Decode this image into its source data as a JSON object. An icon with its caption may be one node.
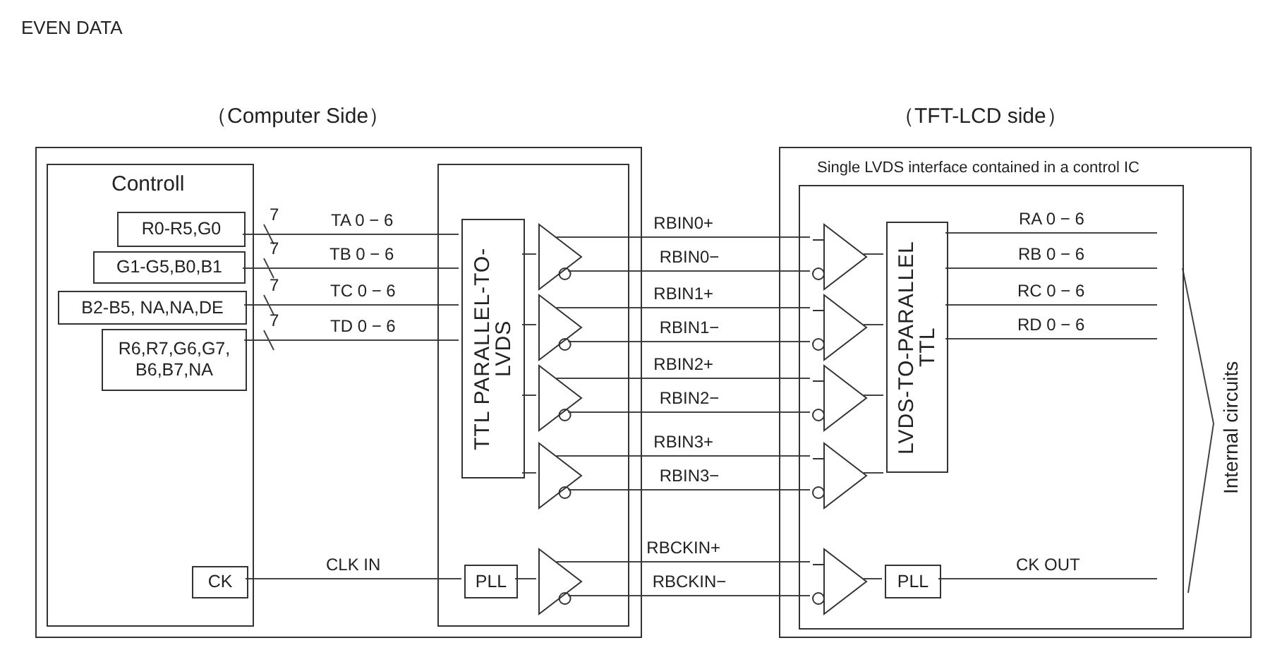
{
  "diagram": {
    "title": "EVEN DATA",
    "nodes": [
      {
        "text": [
          "（Computer Side）"
        ]
      },
      {
        "text": [
          "Controll"
        ],
        "in": 0
      },
      {
        "text": [
          "R0-R5,G0"
        ],
        "in": 1
      },
      {
        "text": [
          "G1-G5,B0,B1"
        ],
        "in": 1
      },
      {
        "text": [
          "B2-B5, NA,NA,DE"
        ],
        "in": 1
      },
      {
        "text": [
          "R6,R7,G6,G7, B6,B7,NA"
        ],
        "in": 1
      },
      {
        "text": [
          "CK"
        ],
        "in": 1
      },
      {
        "text": [],
        "shape": "box",
        "in": 0
      },
      {
        "text": [
          "TTL PARALLEL-TO-LVDS"
        ],
        "in": 7
      },
      {
        "text": [],
        "shape": "triangle",
        "in": 7
      },
      {
        "text": [],
        "shape": "triangle",
        "in": 7
      },
      {
        "text": [],
        "shape": "triangle",
        "in": 7
      },
      {
        "text": [],
        "shape": "triangle",
        "in": 7
      },
      {
        "text": [
          "PLL"
        ],
        "in": 7
      },
      {
        "text": [],
        "shape": "triangle",
        "in": 7
      },
      {
        "text": [
          "（TFT-LCD side）"
        ]
      },
      {
        "text": [
          "Single LVDS interface contained in a control IC"
        ],
        "in": 15
      },
      {
        "text": [],
        "shape": "triangle",
        "in": 16
      },
      {
        "text": [],
        "shape": "triangle",
        "in": 16
      },
      {
        "text": [],
        "shape": "triangle",
        "in": 16
      },
      {
        "text": [],
        "shape": "triangle",
        "in": 16
      },
      {
        "text": [
          "LVDS-TO-PARALLEL TTL"
        ],
        "in": 16
      },
      {
        "text": [],
        "shape": "triangle",
        "in": 16
      },
      {
        "text": [
          "PLL"
        ],
        "in": 16
      }
    ],
    "edges": [
      {
        "from": 2,
        "to": 8,
        "arrow": "none",
        "label": "TA 0 − 6"
      },
      {
        "from": 3,
        "to": 8,
        "arrow": "none",
        "label": "TB 0 − 6"
      },
      {
        "from": 4,
        "to": 8,
        "arrow": "none",
        "label": "TC 0 − 6"
      },
      {
        "from": 5,
        "to": 8,
        "arrow": "none",
        "label": "TD 0 − 6"
      },
      {
        "from": 8,
        "to": 9,
        "arrow": "none"
      },
      {
        "from": 8,
        "to": 10,
        "arrow": "none"
      },
      {
        "from": 8,
        "to": 11,
        "arrow": "none"
      },
      {
        "from": 8,
        "to": 12,
        "arrow": "none"
      },
      {
        "from": 9,
        "to": 17,
        "arrow": "none",
        "label": "RBIN0+"
      },
      {
        "from": 9,
        "to": 17,
        "arrow": "none",
        "label": "RBIN0−"
      },
      {
        "from": 10,
        "to": 18,
        "arrow": "none",
        "label": "RBIN1+"
      },
      {
        "from": 10,
        "to": 18,
        "arrow": "none",
        "label": "RBIN1−"
      },
      {
        "from": 11,
        "to": 19,
        "arrow": "none",
        "label": "RBIN2+"
      },
      {
        "from": 11,
        "to": 19,
        "arrow": "none",
        "label": "RBIN2−"
      },
      {
        "from": 12,
        "to": 20,
        "arrow": "none",
        "label": "RBIN3+"
      },
      {
        "from": 12,
        "to": 20,
        "arrow": "none",
        "label": "RBIN3−"
      },
      {
        "from": 17,
        "to": 21,
        "arrow": "none"
      },
      {
        "from": 18,
        "to": 21,
        "arrow": "none"
      },
      {
        "from": 19,
        "to": 21,
        "arrow": "none"
      },
      {
        "from": 20,
        "to": 21,
        "arrow": "none"
      },
      {
        "from": 21,
        "to": null,
        "arrow": "none",
        "label": "RA 0 − 6"
      },
      {
        "from": 21,
        "to": null,
        "arrow": "none",
        "label": "RB 0 − 6"
      },
      {
        "from": 21,
        "to": null,
        "arrow": "none",
        "label": "RC 0 − 6"
      },
      {
        "from": 21,
        "to": null,
        "arrow": "none",
        "label": "RD 0 − 6"
      },
      {
        "from": 6,
        "to": 13,
        "arrow": "none",
        "label": "CLK IN"
      },
      {
        "from": 13,
        "to": 14,
        "arrow": "none"
      },
      {
        "from": 14,
        "to": 22,
        "arrow": "none",
        "label": "RBCKIN+"
      },
      {
        "from": 14,
        "to": 22,
        "arrow": "none",
        "label": "RBCKIN−"
      },
      {
        "from": 22,
        "to": 23,
        "arrow": "none"
      },
      {
        "from": 23,
        "to": null,
        "arrow": "none",
        "label": "CK OUT"
      }
    ],
    "labels": [
      "7",
      "7",
      "7",
      "7",
      "Internal circuits"
    ]
  }
}
